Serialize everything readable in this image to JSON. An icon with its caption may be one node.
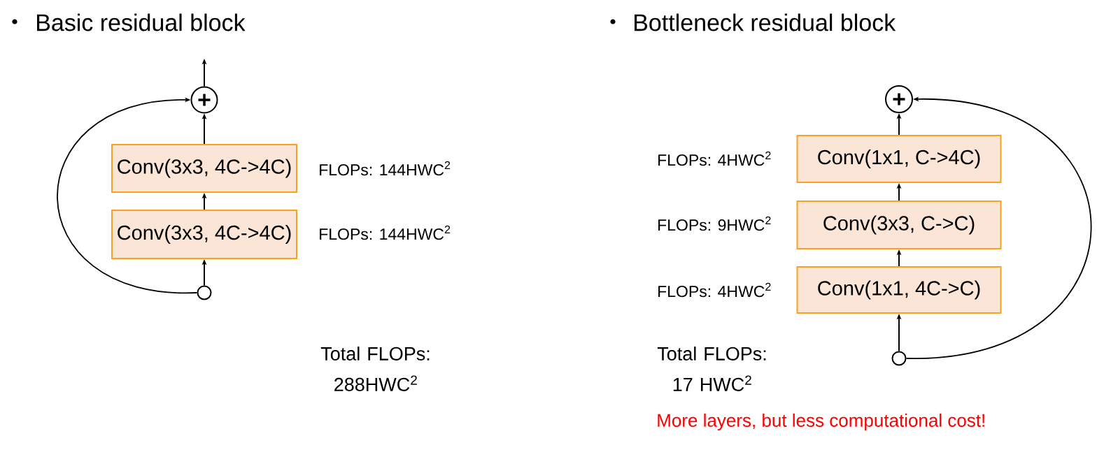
{
  "diagram": {
    "nodes": [
      {
        "text": [],
        "shape": "circle"
      },
      {
        "text": [
          "Conv(3x3, 4C->4C)"
        ],
        "beside": [
          "FLOPs: 144HWC$^{2}$"
        ]
      },
      {
        "text": [
          "Conv(3x3, 4C->4C)"
        ],
        "beside": [
          "FLOPs: 144HWC$^{2}$"
        ]
      },
      {
        "text": [],
        "shape": "circle"
      },
      {
        "text": [],
        "shape": "circle"
      },
      {
        "text": [
          "Conv(1x1, C->4C)"
        ],
        "beside": [
          "FLOPs: 4HWC$^{2}$"
        ]
      },
      {
        "text": [
          "Conv(3x3, C->C)"
        ],
        "beside": [
          "FLOPs: 9HWC$^{2}$"
        ]
      },
      {
        "text": [
          "Conv(1x1, 4C->C)"
        ],
        "beside": [
          "FLOPs: 4HWC$^{2}$"
        ]
      },
      {
        "text": [],
        "shape": "circle"
      }
    ],
    "edges": [
      {
        "from": 3,
        "to": 2,
        "arrow": "to"
      },
      {
        "from": 2,
        "to": 1,
        "arrow": "to"
      },
      {
        "from": 1,
        "to": 0,
        "arrow": "to"
      },
      {
        "from": 3,
        "to": 0,
        "arrow": "to"
      },
      {
        "from": 0,
        "to": null,
        "arrow": "to"
      },
      {
        "from": 8,
        "to": 7,
        "arrow": "to"
      },
      {
        "from": 7,
        "to": 6,
        "arrow": "to"
      },
      {
        "from": 6,
        "to": 5,
        "arrow": "to"
      },
      {
        "from": 5,
        "to": 4,
        "arrow": "to"
      },
      {
        "from": 8,
        "to": 4,
        "arrow": "to"
      }
    ],
    "labels": [
      "Basic residual block",
      "Bottleneck residual block",
      "Total FLOPs: 288HWC$^{2}$",
      "Total FLOPs: 17 HWC$^{2}$",
      "More layers, but less computational cost!"
    ]
  }
}
